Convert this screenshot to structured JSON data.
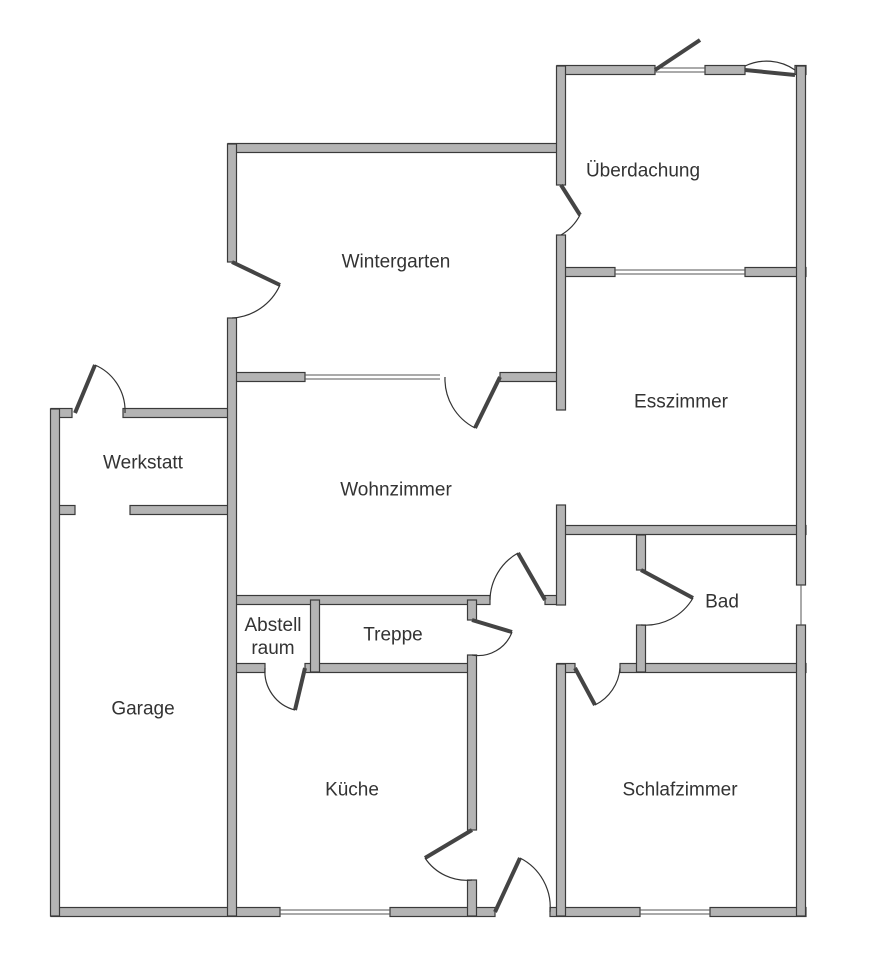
{
  "rooms": {
    "ueberdachung": "Überdachung",
    "wintergarten": "Wintergarten",
    "esszimmer": "Esszimmer",
    "werkstatt": "Werkstatt",
    "wohnzimmer": "Wohnzimmer",
    "bad": "Bad",
    "abstell_1": "Abstell",
    "abstell_2": "raum",
    "treppe": "Treppe",
    "garage": "Garage",
    "kueche": "Küche",
    "schlafzimmer": "Schlafzimmer"
  }
}
